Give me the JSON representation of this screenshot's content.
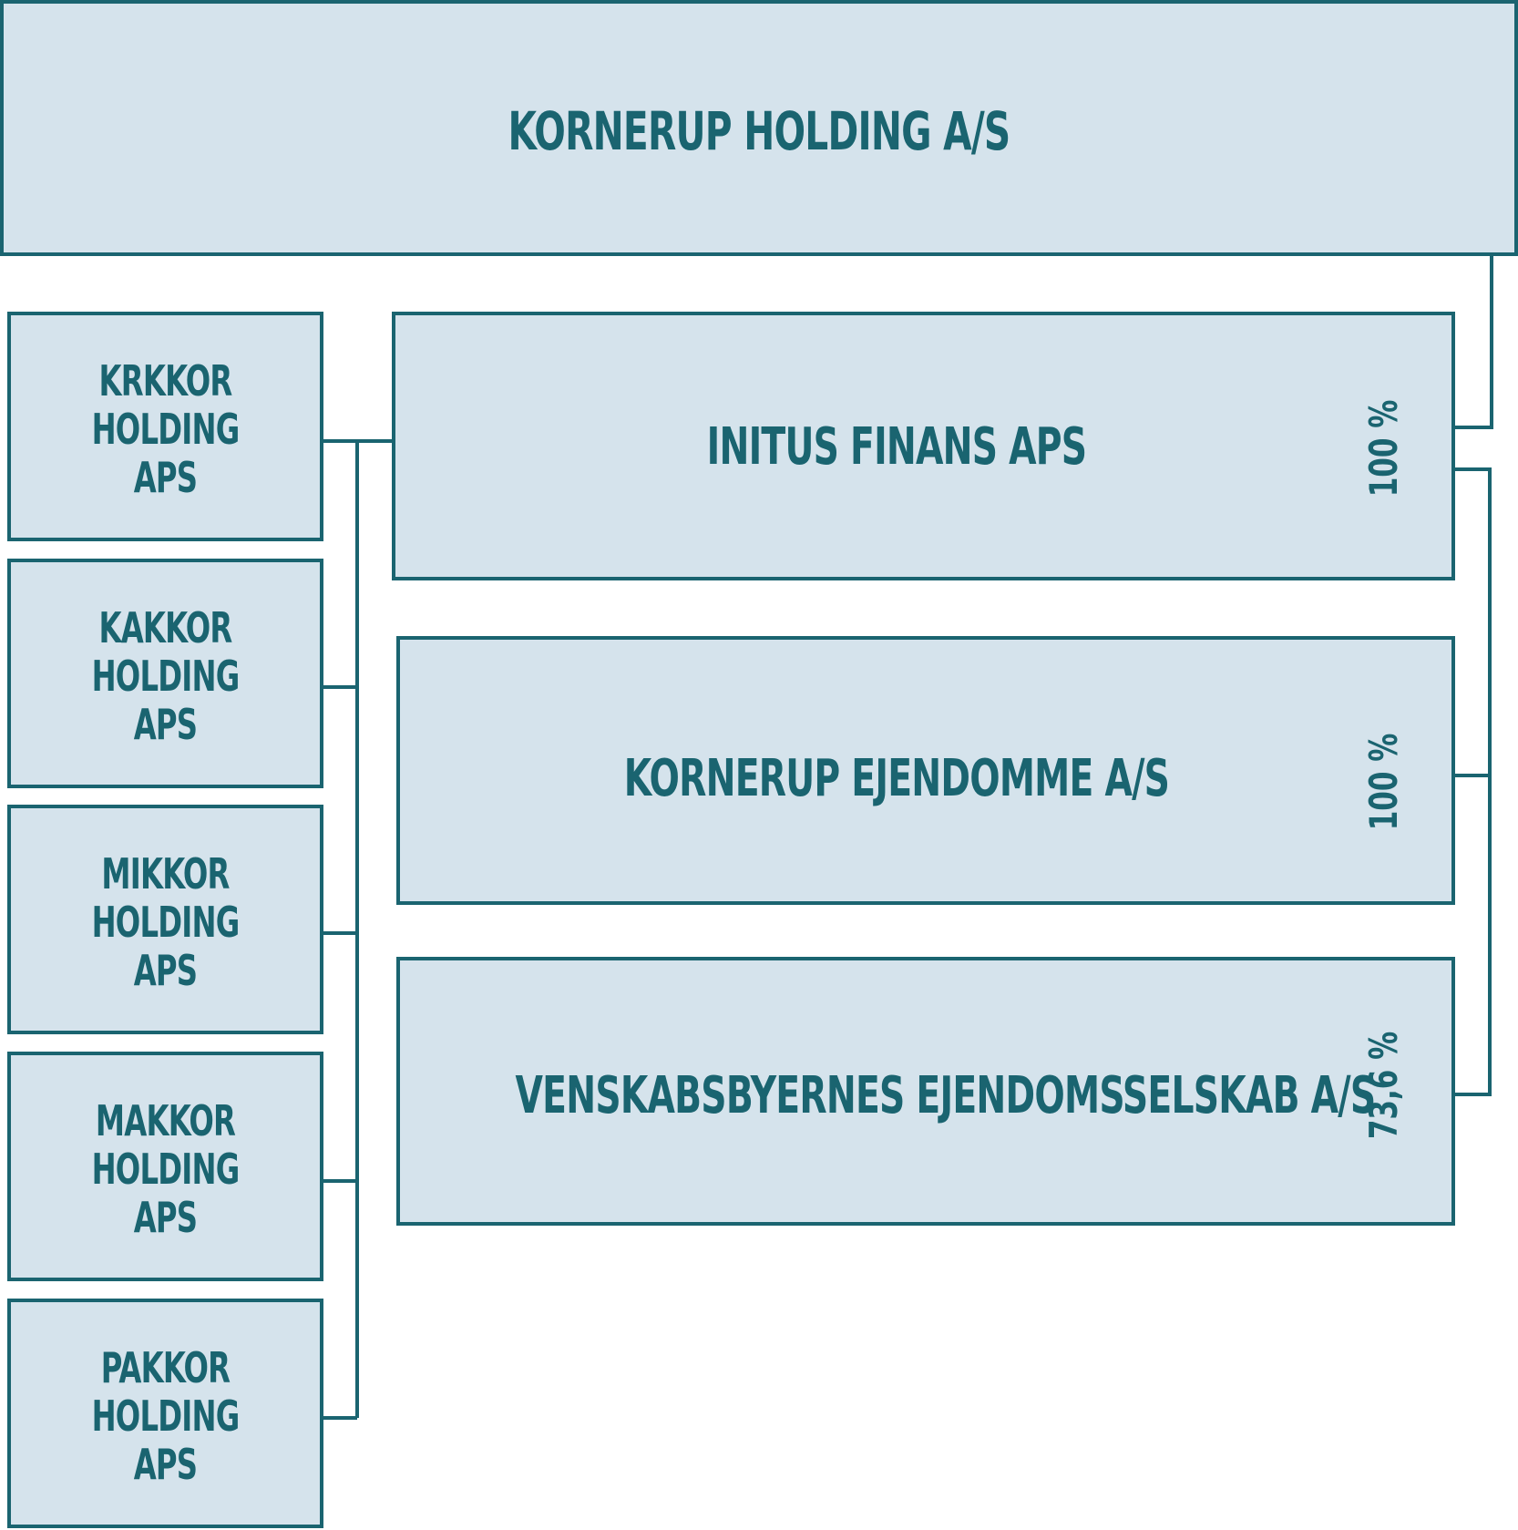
{
  "parent": {
    "name": "KORNERUP HOLDING A/S"
  },
  "owners": [
    {
      "line1": "KRKKOR",
      "line2": "HOLDING",
      "line3": "APS"
    },
    {
      "line1": "KAKKOR",
      "line2": "HOLDING",
      "line3": "APS"
    },
    {
      "line1": "MIKKOR",
      "line2": "HOLDING",
      "line3": "APS"
    },
    {
      "line1": "MAKKOR",
      "line2": "HOLDING",
      "line3": "APS"
    },
    {
      "line1": "PAKKOR",
      "line2": "HOLDING",
      "line3": "APS"
    }
  ],
  "subsidiaries": [
    {
      "name": "INITUS FINANS APS",
      "ownership": "100 %"
    },
    {
      "name": "KORNERUP EJENDOMME A/S",
      "ownership": "100 %"
    },
    {
      "name": "VENSKABSBYERNES EJENDOMSSELSKAB A/S",
      "ownership": "73,6 %"
    }
  ],
  "colors": {
    "line": "#1a6470",
    "fill": "#d5e3ec",
    "text": "#1a6470"
  }
}
